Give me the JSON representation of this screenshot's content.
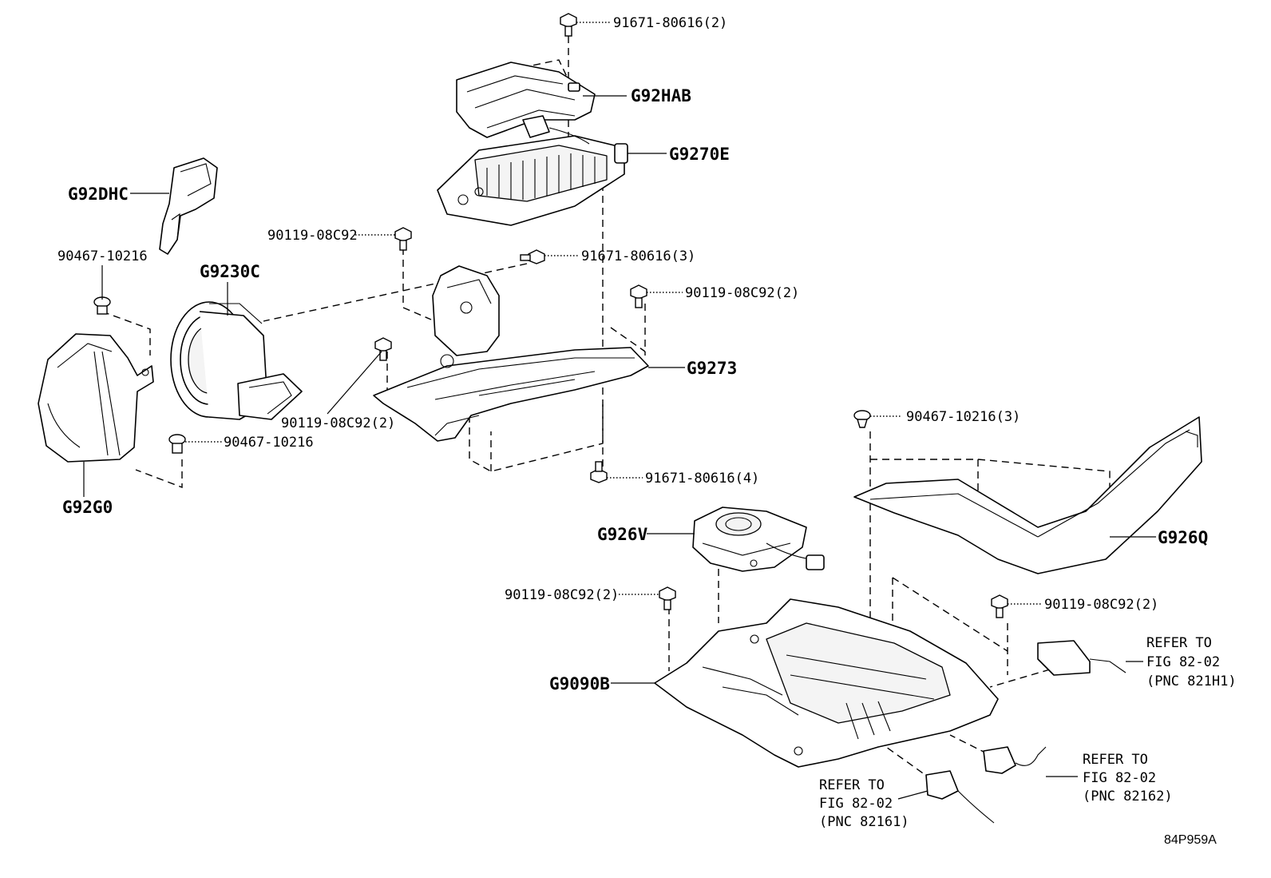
{
  "callouts": {
    "part_g92hab": "G92HAB",
    "part_g9270e": "G9270E",
    "part_g92dhc": "G92DHC",
    "part_g9230c": "G9230C",
    "part_g9273": "G9273",
    "part_g92g0": "G92G0",
    "part_g926v": "G926V",
    "part_g926q": "G926Q",
    "part_g9090b": "G9090B",
    "bolt_top": "91671-80616(2)",
    "bolt_90119_a": "90119-08C92",
    "bolt_91671_3": "91671-80616(3)",
    "bolt_90119_b": "90119-08C92(2)",
    "clip_90467_a": "90467-10216",
    "bolt_90119_c": "90119-08C92(2)",
    "clip_90467_b": "90467-10216",
    "bolt_91671_4": "91671-80616(4)",
    "clip_90467_c": "90467-10216(3)",
    "bolt_90119_d": "90119-08C92(2)",
    "bolt_90119_e": "90119-08C92(2)"
  },
  "refs": {
    "ref1": {
      "line1": "REFER TO",
      "line2": "FIG 82-02",
      "line3": "(PNC 821H1)"
    },
    "ref2": {
      "line1": "REFER TO",
      "line2": "FIG 82-02",
      "line3": "(PNC 82162)"
    },
    "ref3": {
      "line1": "REFER TO",
      "line2": "FIG 82-02",
      "line3": "(PNC 82161)"
    }
  },
  "diagram_code": "84P959A"
}
